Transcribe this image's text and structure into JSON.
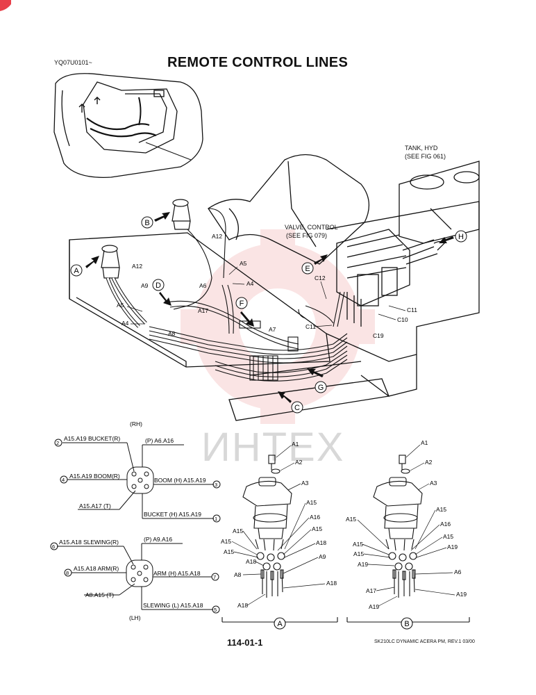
{
  "header": {
    "doc_code": "YQ07U0101~",
    "title": "REMOTE CONTROL LINES"
  },
  "callouts": {
    "tank": "TANK, HYD",
    "tank_ref": "(SEE FIG 061)",
    "valve": "VALVE, CONTROL",
    "valve_ref": "(SEE FIG 079)"
  },
  "view_letters": [
    "A",
    "B",
    "C",
    "D",
    "E",
    "F",
    "G",
    "H"
  ],
  "main_labels": {
    "a12_left": "A12",
    "a12_top": "A12",
    "a9": "A9",
    "a5_left": "A5",
    "a4_left": "A4",
    "a5_mid": "A5",
    "a4_mid": "A4",
    "a6": "A6",
    "a17": "A17",
    "a8": "A8",
    "a7": "A7",
    "c12": "C12",
    "c11_left": "C11",
    "c11_right": "C11",
    "c10": "C10",
    "c19": "C19"
  },
  "rh_schematic": {
    "side": "(RH)",
    "l1": "A15.A19 BUCKET(R)",
    "n1": "2",
    "l2": "(P) A6.A16",
    "l3": "A15.A19 BOOM(R)",
    "n3": "4",
    "l4": "BOOM (H) A15.A19",
    "n4": "3",
    "l5": "A15.A17 (T)",
    "l6": "BUCKET (H) A15.A19",
    "n6": "1"
  },
  "lh_schematic": {
    "side": "(LH)",
    "l1": "A15.A18 SLEWING(R)",
    "n1": "6",
    "l2": "(P) A9.A16",
    "l3": "A15.A18 ARM(R)",
    "n3": "8",
    "l4": "ARM (H) A15.A18",
    "n4": "7",
    "l5": "A8.A15  (T)",
    "l6": "SLEWING (L) A15.A18",
    "n6": "5"
  },
  "detail_a": {
    "letter": "A",
    "labels": [
      "A1",
      "A2",
      "A3",
      "A15",
      "A16",
      "A15",
      "A15",
      "A15",
      "A18",
      "A15",
      "A18",
      "A9",
      "A8",
      "A18",
      "A18"
    ]
  },
  "detail_b": {
    "letter": "B",
    "labels": [
      "A1",
      "A2",
      "A3",
      "A15",
      "A15",
      "A16",
      "A15",
      "A15",
      "A19",
      "A15",
      "A19",
      "A6",
      "A17",
      "A19",
      "A19"
    ]
  },
  "watermark": "ИНТЕХ",
  "footer": {
    "page": "114-01-1",
    "rev": "SK210LC DYNAMIC ACERA PM, REV.1 03/00"
  }
}
